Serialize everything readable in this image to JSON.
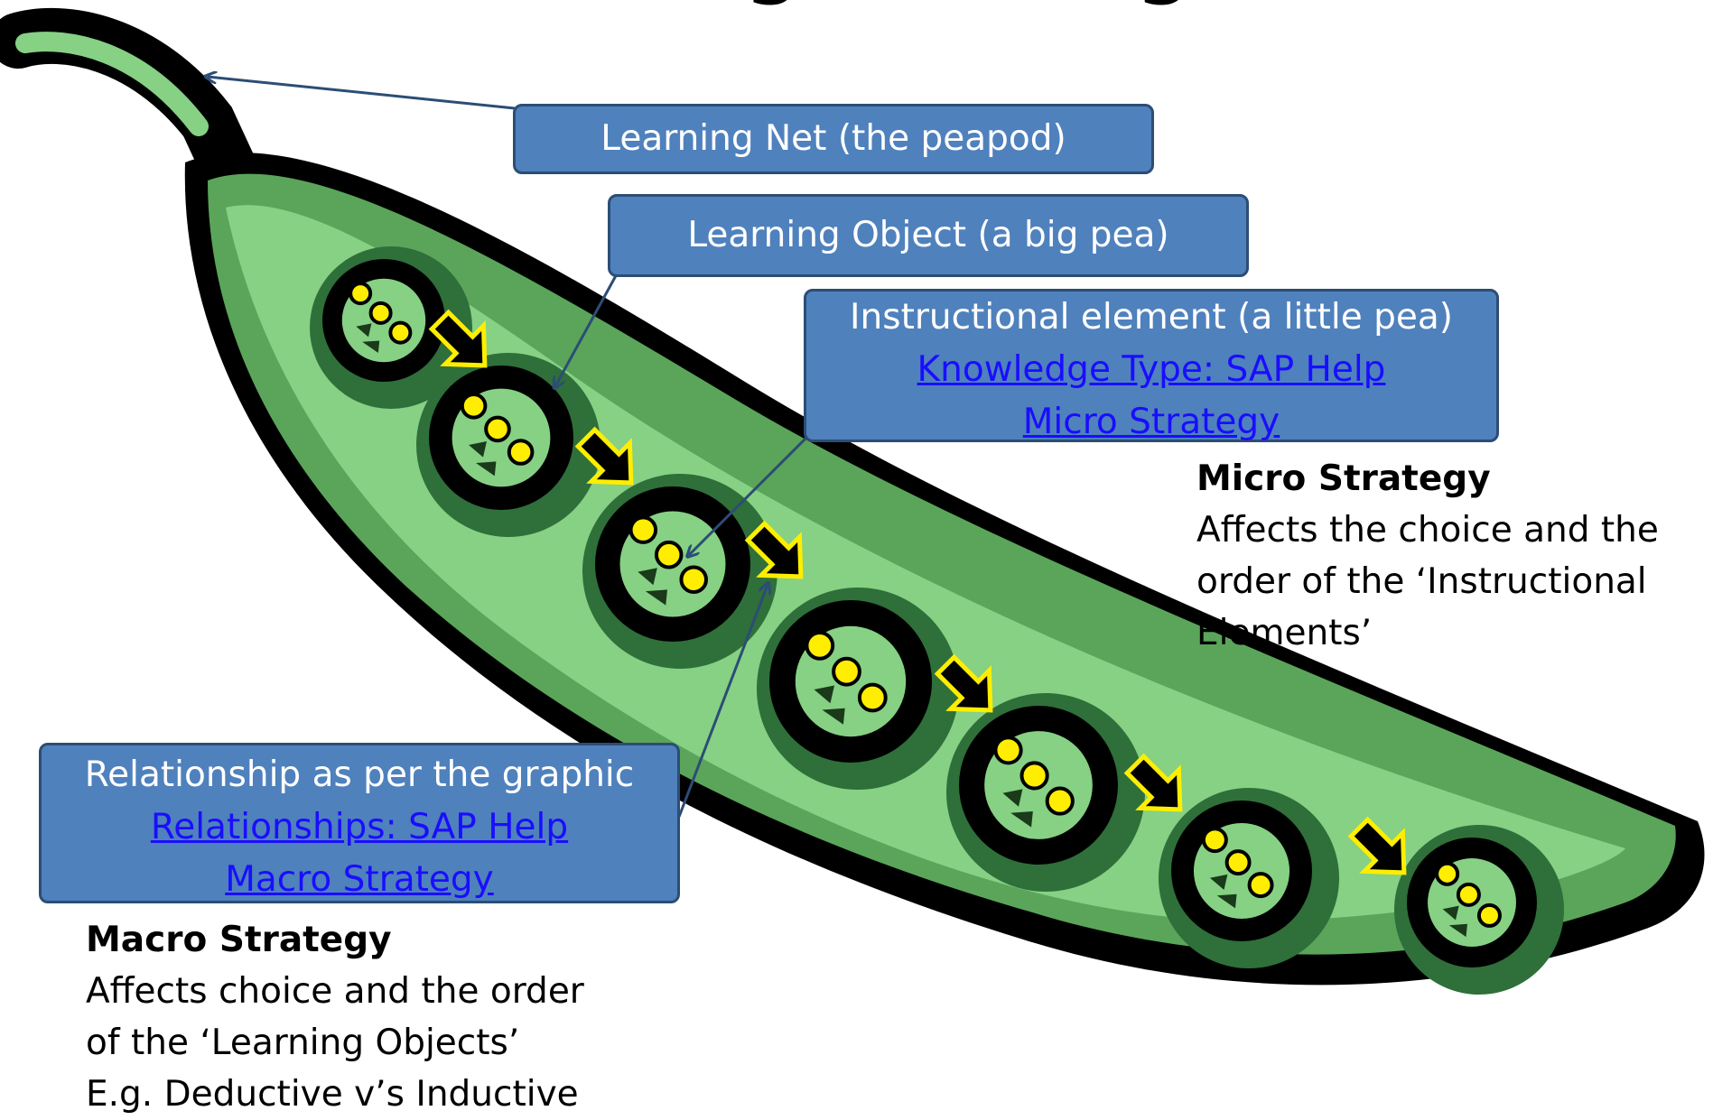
{
  "title": "Learning Strategies",
  "callouts": {
    "learning_net": "Learning Net (the peapod)",
    "learning_object": "Learning Object (a big pea)",
    "instructional_element": {
      "text": "Instructional element (a little pea)",
      "link1": "Knowledge Type: SAP Help",
      "link2": "Micro Strategy"
    },
    "relationship": {
      "text": "Relationship as per the graphic",
      "link1": "Relationships: SAP Help",
      "link2": "Macro Strategy"
    }
  },
  "micro_note": {
    "heading": "Micro Strategy",
    "lines": [
      "Affects the choice and the",
      "order of the ‘Instructional",
      "Elements’"
    ]
  },
  "macro_note": {
    "heading": "Macro Strategy",
    "lines": [
      "Affects choice and the order",
      "of the ‘Learning Objects’",
      "E.g. Deductive v’s Inductive"
    ]
  },
  "colors": {
    "box_fill": "#4f81bd",
    "box_border": "#2c4d75",
    "link": "#1a0dff",
    "pod_light": "#86d184",
    "pod_mid": "#5aa55a",
    "pod_dark": "#2f6f3a",
    "pea_dot": "#ffee00",
    "arrow_outline": "#ffee00"
  }
}
